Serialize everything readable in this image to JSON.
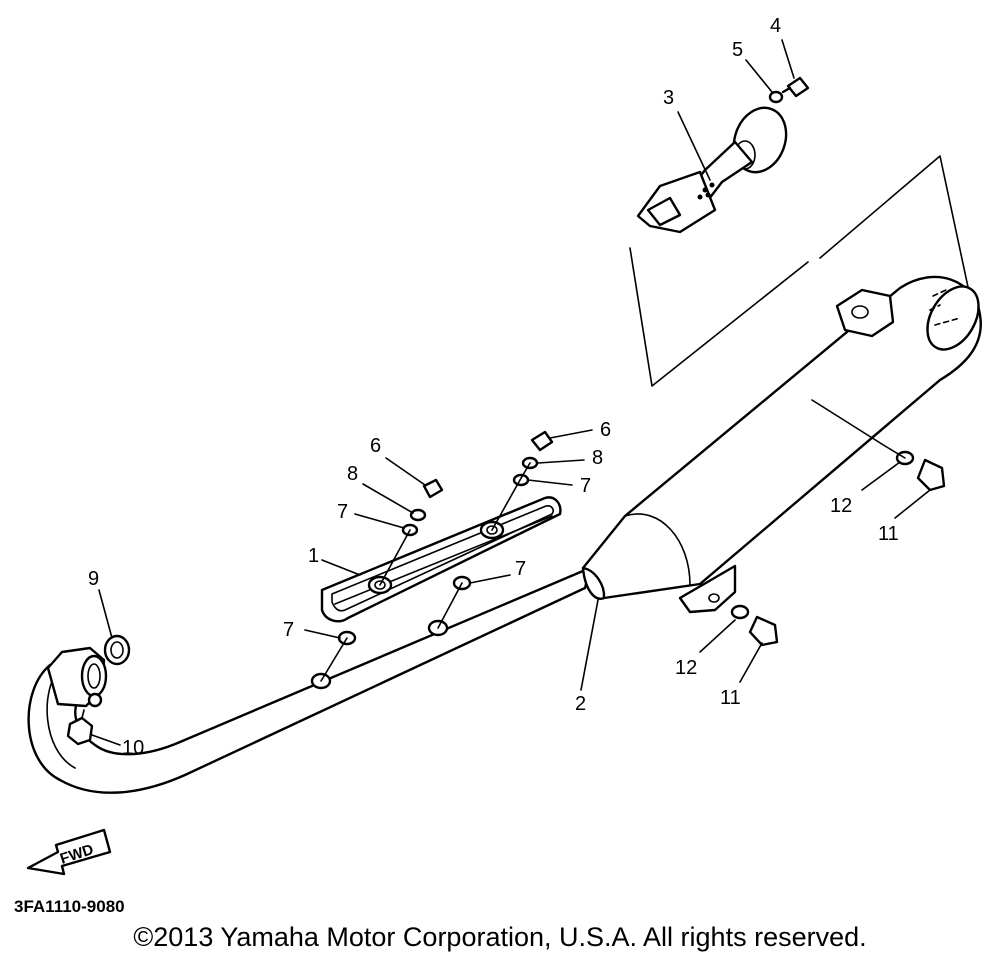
{
  "callouts": {
    "c1": "1",
    "c2": "2",
    "c3": "3",
    "c4": "4",
    "c5": "5",
    "c6a": "6",
    "c6b": "6",
    "c7a": "7",
    "c7b": "7",
    "c7c": "7",
    "c7d": "7",
    "c8a": "8",
    "c8b": "8",
    "c9": "9",
    "c10": "10",
    "c11a": "11",
    "c11b": "11",
    "c12a": "12",
    "c12b": "12"
  },
  "forward_label": "FWD",
  "diagram_code": "3FA1110-9080",
  "copyright": "©2013 Yamaha Motor Corporation, U.S.A. All rights reserved."
}
